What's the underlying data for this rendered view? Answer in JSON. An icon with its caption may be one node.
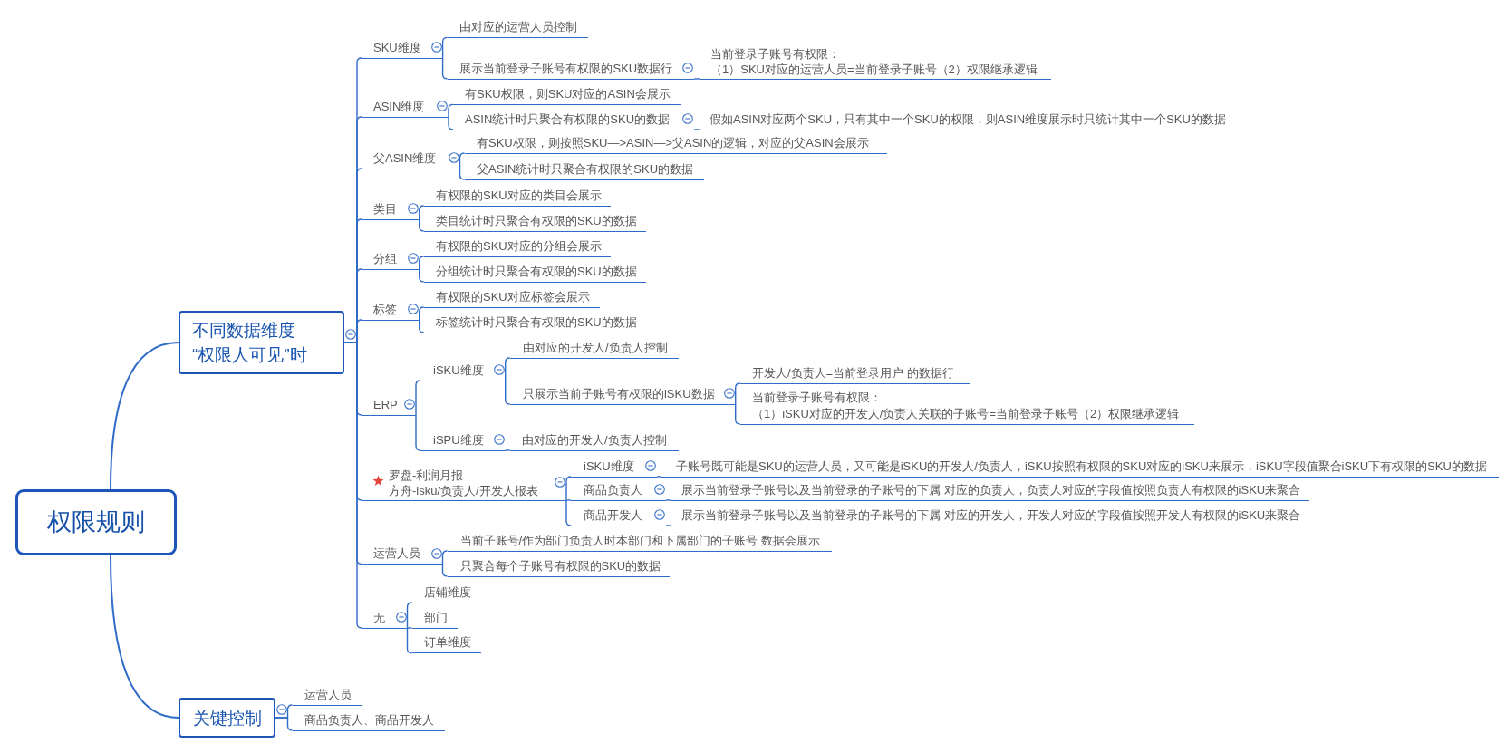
{
  "diagram": {
    "nodes": [
      {
        "text": [
          "权限规则"
        ]
      },
      {
        "text": [
          "不同数据维度“权限人可见”时"
        ]
      },
      {
        "text": [
          "SKU维度"
        ]
      },
      {
        "text": [
          "由对应的运营人员控制"
        ]
      },
      {
        "text": [
          "展示当前登录子账号有权限的SKU数据行"
        ]
      },
      {
        "text": [
          "当前登录子账号有权限：（1）SKU对应的运营人员=当前登录子账号（2）权限继承逻辑"
        ]
      },
      {
        "text": [
          "ASIN维度"
        ]
      },
      {
        "text": [
          "有SKU权限，则SKU对应的ASIN会展示"
        ]
      },
      {
        "text": [
          "ASIN统计时只聚合有权限的SKU的数据"
        ]
      },
      {
        "text": [
          "假如ASIN对应两个SKU，只有其中一个SKU的权限，则ASIN维度展示时只统计其中一个SKU的数据"
        ]
      },
      {
        "text": [
          "父ASIN维度"
        ]
      },
      {
        "text": [
          "有SKU权限，则按照SKU—>ASIN—>父ASIN的逻辑，对应的父ASIN会展示"
        ]
      },
      {
        "text": [
          "父ASIN统计时只聚合有权限的SKU的数据"
        ]
      },
      {
        "text": [
          "类目"
        ]
      },
      {
        "text": [
          "有权限的SKU对应的类目会展示"
        ]
      },
      {
        "text": [
          "类目统计时只聚合有权限的SKU的数据"
        ]
      },
      {
        "text": [
          "分组"
        ]
      },
      {
        "text": [
          "有权限的SKU对应的分组会展示"
        ]
      },
      {
        "text": [
          "分组统计时只聚合有权限的SKU的数据"
        ]
      },
      {
        "text": [
          "标签"
        ]
      },
      {
        "text": [
          "有权限的SKU对应标签会展示"
        ]
      },
      {
        "text": [
          "标签统计时只聚合有权限的SKU的数据"
        ]
      },
      {
        "text": [
          "ERP"
        ]
      },
      {
        "text": [
          "iSKU维度"
        ]
      },
      {
        "text": [
          "由对应的开发人/负责人控制"
        ]
      },
      {
        "text": [
          "只展示当前子账号有权限的iSKU数据"
        ]
      },
      {
        "text": [
          "开发人/负责人=当前登录用户 的数据行"
        ]
      },
      {
        "text": [
          "当前登录子账号有权限：（1）iSKU对应的开发人/负责人关联的子账号=当前登录子账号（2）权限继承逻辑"
        ]
      },
      {
        "text": [
          "iSPU维度"
        ]
      },
      {
        "text": [
          "由对应的开发人/负责人控制"
        ]
      },
      {
        "text": [
          "罗盘-利润月报方舟-isku/负责人/开发人报表"
        ]
      },
      {
        "text": [
          "iSKU维度"
        ]
      },
      {
        "text": [
          "子账号既可能是SKU的运营人员，又可能是iSKU的开发人/负责人，iSKU按照有权限的SKU对应的iSKU来展示，iSKU字段值聚合iSKU下有权限的SKU的数据"
        ]
      },
      {
        "text": [
          "商品负责人"
        ]
      },
      {
        "text": [
          "展示当前登录子账号以及当前登录的子账号的下属 对应的负责人，负责人对应的字段值按照负责人有权限的iSKU来聚合"
        ]
      },
      {
        "text": [
          "商品开发人"
        ]
      },
      {
        "text": [
          "展示当前登录子账号以及当前登录的子账号的下属 对应的开发人，开发人对应的字段值按照开发人有权限的iSKU来聚合"
        ]
      },
      {
        "text": [
          "运营人员"
        ]
      },
      {
        "text": [
          "当前子账号/作为部门负责人时本部门和下属部门的子账号 数据会展示"
        ]
      },
      {
        "text": [
          "只聚合每个子账号有权限的SKU的数据"
        ]
      },
      {
        "text": [
          "无"
        ]
      },
      {
        "text": [
          "店铺维度"
        ]
      },
      {
        "text": [
          "部门"
        ]
      },
      {
        "text": [
          "订单维度"
        ]
      },
      {
        "text": [
          "关键控制"
        ]
      },
      {
        "text": [
          "运营人员"
        ]
      },
      {
        "text": [
          "商品负责人、商品开发人"
        ]
      }
    ],
    "edges": [
      {
        "from": 0,
        "to": 1,
        "arrow": "none"
      },
      {
        "from": 0,
        "to": 44,
        "arrow": "none"
      },
      {
        "from": 1,
        "to": 2,
        "arrow": "none"
      },
      {
        "from": 2,
        "to": 3,
        "arrow": "none"
      },
      {
        "from": 2,
        "to": 4,
        "arrow": "none"
      },
      {
        "from": 4,
        "to": 5,
        "arrow": "none"
      },
      {
        "from": 1,
        "to": 6,
        "arrow": "none"
      },
      {
        "from": 6,
        "to": 7,
        "arrow": "none"
      },
      {
        "from": 6,
        "to": 8,
        "arrow": "none"
      },
      {
        "from": 8,
        "to": 9,
        "arrow": "none"
      },
      {
        "from": 1,
        "to": 10,
        "arrow": "none"
      },
      {
        "from": 10,
        "to": 11,
        "arrow": "none"
      },
      {
        "from": 10,
        "to": 12,
        "arrow": "none"
      },
      {
        "from": 1,
        "to": 13,
        "arrow": "none"
      },
      {
        "from": 13,
        "to": 14,
        "arrow": "none"
      },
      {
        "from": 13,
        "to": 15,
        "arrow": "none"
      },
      {
        "from": 1,
        "to": 16,
        "arrow": "none"
      },
      {
        "from": 16,
        "to": 17,
        "arrow": "none"
      },
      {
        "from": 16,
        "to": 18,
        "arrow": "none"
      },
      {
        "from": 1,
        "to": 19,
        "arrow": "none"
      },
      {
        "from": 19,
        "to": 20,
        "arrow": "none"
      },
      {
        "from": 19,
        "to": 21,
        "arrow": "none"
      },
      {
        "from": 1,
        "to": 22,
        "arrow": "none"
      },
      {
        "from": 22,
        "to": 23,
        "arrow": "none"
      },
      {
        "from": 23,
        "to": 24,
        "arrow": "none"
      },
      {
        "from": 23,
        "to": 25,
        "arrow": "none"
      },
      {
        "from": 25,
        "to": 26,
        "arrow": "none"
      },
      {
        "from": 25,
        "to": 27,
        "arrow": "none"
      },
      {
        "from": 22,
        "to": 28,
        "arrow": "none"
      },
      {
        "from": 28,
        "to": 29,
        "arrow": "none"
      },
      {
        "from": 1,
        "to": 30,
        "arrow": "none"
      },
      {
        "from": 30,
        "to": 31,
        "arrow": "none"
      },
      {
        "from": 31,
        "to": 32,
        "arrow": "none"
      },
      {
        "from": 30,
        "to": 33,
        "arrow": "none"
      },
      {
        "from": 33,
        "to": 34,
        "arrow": "none"
      },
      {
        "from": 30,
        "to": 35,
        "arrow": "none"
      },
      {
        "from": 35,
        "to": 36,
        "arrow": "none"
      },
      {
        "from": 1,
        "to": 37,
        "arrow": "none"
      },
      {
        "from": 37,
        "to": 38,
        "arrow": "none"
      },
      {
        "from": 37,
        "to": 39,
        "arrow": "none"
      },
      {
        "from": 1,
        "to": 40,
        "arrow": "none"
      },
      {
        "from": 40,
        "to": 41,
        "arrow": "none"
      },
      {
        "from": 40,
        "to": 42,
        "arrow": "none"
      },
      {
        "from": 40,
        "to": 43,
        "arrow": "none"
      },
      {
        "from": 44,
        "to": 45,
        "arrow": "none"
      },
      {
        "from": 44,
        "to": 46,
        "arrow": "none"
      }
    ]
  }
}
